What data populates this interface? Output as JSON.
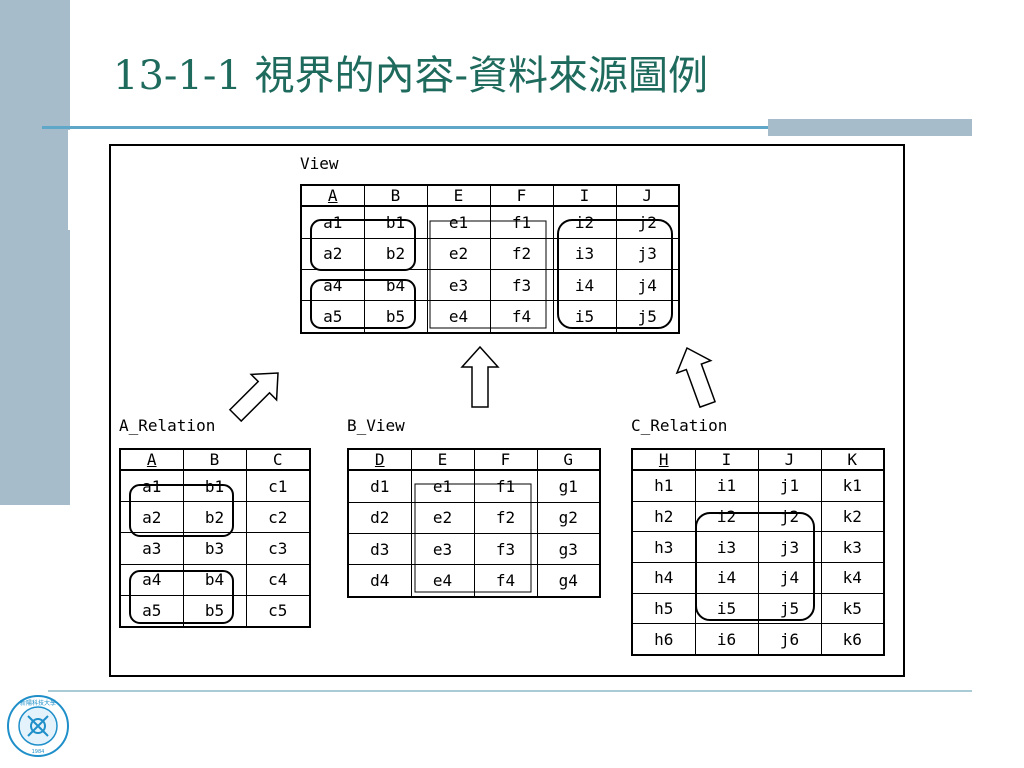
{
  "title": "13-1-1 視界的內容-資料來源圖例",
  "view": {
    "label": "View",
    "columns": [
      "A",
      "B",
      "E",
      "F",
      "I",
      "J"
    ],
    "rows": [
      [
        "a1",
        "b1",
        "e1",
        "f1",
        "i2",
        "j2"
      ],
      [
        "a2",
        "b2",
        "e2",
        "f2",
        "i3",
        "j3"
      ],
      [
        "a4",
        "b4",
        "e3",
        "f3",
        "i4",
        "j4"
      ],
      [
        "a5",
        "b5",
        "e4",
        "f4",
        "i5",
        "j5"
      ]
    ]
  },
  "a_relation": {
    "label": "A_Relation",
    "columns": [
      "A",
      "B",
      "C"
    ],
    "rows": [
      [
        "a1",
        "b1",
        "c1"
      ],
      [
        "a2",
        "b2",
        "c2"
      ],
      [
        "a3",
        "b3",
        "c3"
      ],
      [
        "a4",
        "b4",
        "c4"
      ],
      [
        "a5",
        "b5",
        "c5"
      ]
    ]
  },
  "b_view": {
    "label": "B_View",
    "columns": [
      "D",
      "E",
      "F",
      "G"
    ],
    "rows": [
      [
        "d1",
        "e1",
        "f1",
        "g1"
      ],
      [
        "d2",
        "e2",
        "f2",
        "g2"
      ],
      [
        "d3",
        "e3",
        "f3",
        "g3"
      ],
      [
        "d4",
        "e4",
        "f4",
        "g4"
      ]
    ]
  },
  "c_relation": {
    "label": "C_Relation",
    "columns": [
      "H",
      "I",
      "J",
      "K"
    ],
    "rows": [
      [
        "h1",
        "i1",
        "j1",
        "k1"
      ],
      [
        "h2",
        "i2",
        "j2",
        "k2"
      ],
      [
        "h3",
        "i3",
        "j3",
        "k3"
      ],
      [
        "h4",
        "i4",
        "j4",
        "k4"
      ],
      [
        "h5",
        "i5",
        "j5",
        "k5"
      ],
      [
        "h6",
        "i6",
        "j6",
        "k6"
      ]
    ]
  },
  "logo": {
    "text": "新陽科技大學",
    "year": "1984",
    "colors": {
      "ring": "#1f8fc9",
      "fill": "#e4f3fb"
    }
  },
  "colors": {
    "accent": "#a6bccb",
    "title": "#1e6b5e",
    "rule": "#5ea7c9"
  }
}
